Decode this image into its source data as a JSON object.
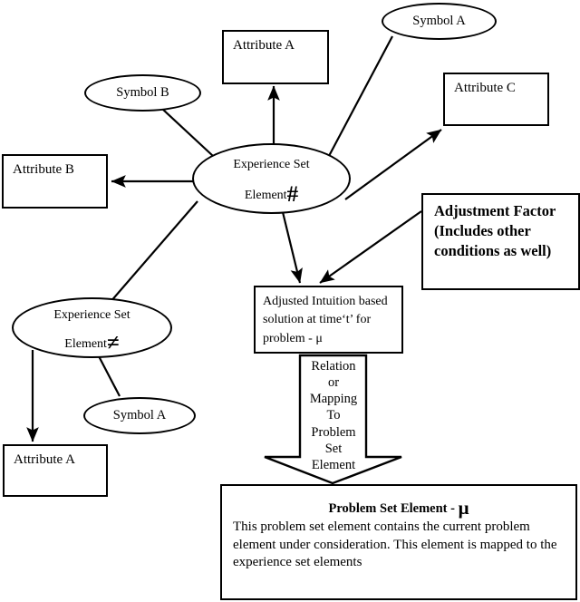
{
  "diagram": {
    "title": "Experience Set Element mapping diagram",
    "stroke_color": "#000000",
    "background_color": "#ffffff",
    "nodes": {
      "attribute_a_top": {
        "label": "Attribute A",
        "shape": "rectangle"
      },
      "attribute_b": {
        "label": "Attribute B",
        "shape": "rectangle"
      },
      "attribute_c": {
        "label": "Attribute C",
        "shape": "rectangle"
      },
      "attribute_a_bottom": {
        "label": "Attribute A",
        "shape": "rectangle"
      },
      "symbol_a_top": {
        "label": "Symbol A",
        "shape": "ellipse"
      },
      "symbol_b": {
        "label": "Symbol B",
        "shape": "ellipse"
      },
      "symbol_a_bottom": {
        "label": "Symbol A",
        "shape": "ellipse"
      },
      "experience_set_hash": {
        "line1": "Experience Set",
        "line2": "Element",
        "symbol": "#",
        "shape": "ellipse"
      },
      "experience_set_noteq": {
        "line1": "Experience Set",
        "line2": "Element",
        "symbol": "≠",
        "shape": "ellipse"
      },
      "adjustment_factor": {
        "text": "Adjustment Factor (Includes other conditions as well)",
        "shape": "rectangle"
      },
      "adjusted_intuition": {
        "text": "Adjusted Intuition based solution at time‘t’ for problem - μ",
        "shape": "rectangle"
      },
      "relation_arrow": {
        "text": "Relation\nor\nMapping\nTo\nProblem\nSet\nElement",
        "shape": "down-arrow"
      },
      "problem_set_element": {
        "title": "Problem Set Element - ",
        "title_symbol": "μ",
        "body": "This problem set element contains the current problem element under consideration. This element is mapped to the experience set elements",
        "shape": "rectangle"
      }
    },
    "edges": [
      {
        "from": "experience_set_hash",
        "to": "attribute_a_top",
        "arrowhead": true
      },
      {
        "from": "experience_set_hash",
        "to": "attribute_b",
        "arrowhead": true
      },
      {
        "from": "experience_set_hash",
        "to": "attribute_c",
        "arrowhead": true
      },
      {
        "from": "symbol_a_top",
        "to": "experience_set_hash",
        "arrowhead": false
      },
      {
        "from": "symbol_b",
        "to": "experience_set_hash",
        "arrowhead": false
      },
      {
        "from": "experience_set_hash",
        "to": "experience_set_noteq",
        "arrowhead": false
      },
      {
        "from": "experience_set_hash",
        "to": "adjusted_intuition",
        "arrowhead": true
      },
      {
        "from": "adjustment_factor",
        "to": "adjusted_intuition",
        "arrowhead": true
      },
      {
        "from": "experience_set_noteq",
        "to": "attribute_a_bottom",
        "arrowhead": true
      },
      {
        "from": "experience_set_noteq",
        "to": "symbol_a_bottom",
        "arrowhead": false
      },
      {
        "from": "adjusted_intuition",
        "to": "relation_arrow",
        "arrowhead": false
      },
      {
        "from": "relation_arrow",
        "to": "problem_set_element",
        "arrowhead": true
      }
    ]
  }
}
